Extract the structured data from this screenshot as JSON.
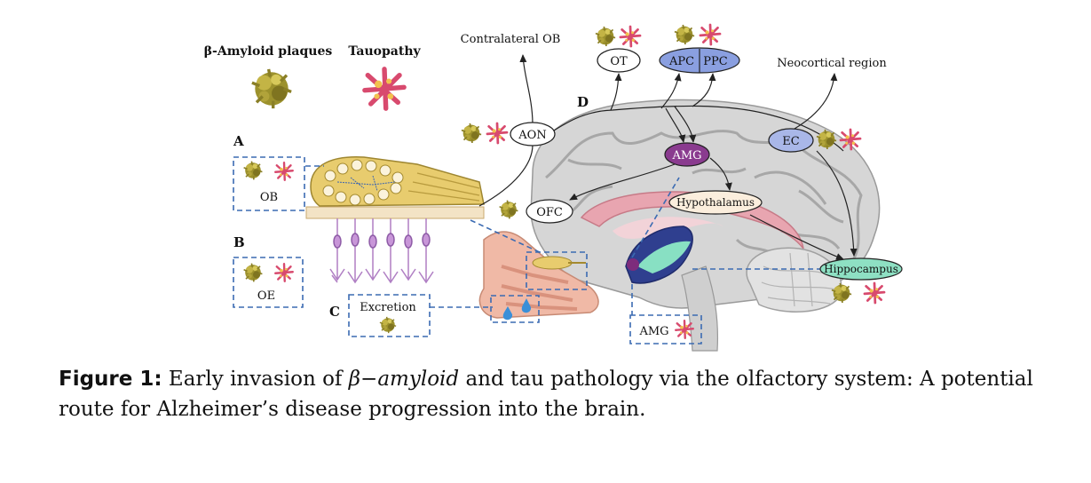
{
  "legend": {
    "amyloid_title": "β-Amyloid plaques",
    "tau_title": "Tauopathy"
  },
  "panels": {
    "a": "A",
    "b": "B",
    "c": "C",
    "d": "D"
  },
  "boxes": {
    "ob": "OB",
    "oe": "OE",
    "excretion": "Excretion",
    "amg_box": "AMG"
  },
  "nodes": {
    "contralateral_ob": "Contralateral OB",
    "ot": "OT",
    "apc": "APC",
    "ppc": "PPC",
    "neocortical": "Neocortical region",
    "aon": "AON",
    "ec": "EC",
    "amg": "AMG",
    "hypothalamus": "Hypothalamus",
    "ofc": "OFC",
    "hippocampus": "Hippocampus"
  },
  "caption": {
    "label": "Figure 1:",
    "part1": "Early invasion of ",
    "beta": "β−",
    "amyloid": "amyloid",
    "part2": " and tau pathology via the olfactory system: A potential route for Alzheimer’s disease progression into the brain."
  },
  "colors": {
    "amyloid": "#a69a2c",
    "tau": "#d94f72",
    "box_dash": "#3b6bb2",
    "apc_ppc_fill": "#8a9fe0",
    "ec_fill": "#a9b7e8",
    "amg_fill": "#8a3b8f",
    "hypothalamus_fill": "#fbeedd",
    "hippocampus_fill": "#8ee0c3",
    "bulb": "#e8cc6e"
  }
}
